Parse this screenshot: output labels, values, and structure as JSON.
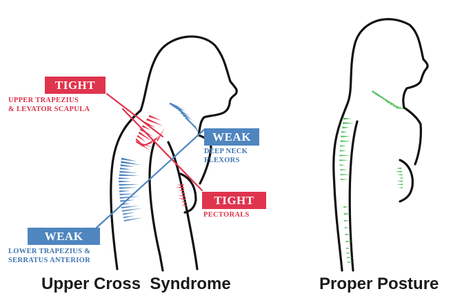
{
  "labels": {
    "tight_upper": {
      "tag": "TIGHT",
      "line1": "UPPER TRAPEZIUS",
      "line2": "& LEVATOR SCAPULA"
    },
    "weak_neck": {
      "tag": "WEAK",
      "line1": "DEEP NECK",
      "line2": "FLEXORS"
    },
    "tight_pec": {
      "tag": "TIGHT",
      "line1": "PECTORALS"
    },
    "weak_lower": {
      "tag": "WEAK",
      "line1": "LOWER TRAPEZIUS &",
      "line2": "SERRATUS ANTERIOR"
    }
  },
  "titles": {
    "left": "Upper Cross  Syndrome",
    "right": "Proper Posture"
  },
  "colors": {
    "tight": "#e0344d",
    "weak": "#4f86c0",
    "healthy": "#5cc46a",
    "outline": "#111111"
  }
}
